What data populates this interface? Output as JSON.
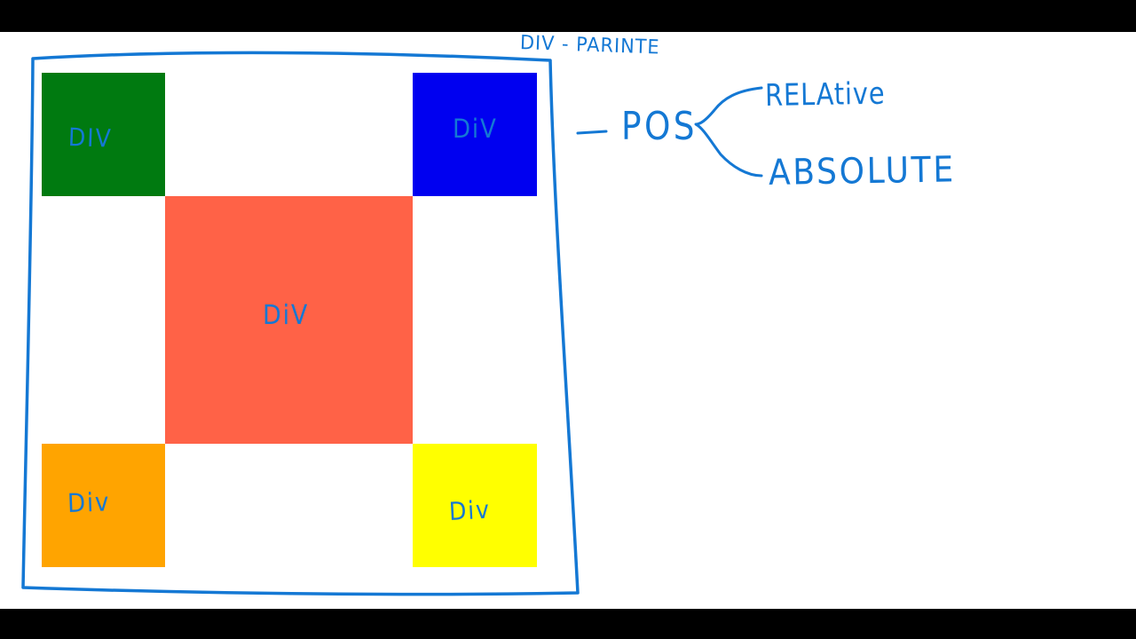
{
  "colors": {
    "ink": "#1478d4",
    "green_box": "#007a10",
    "blue_box": "#0000f0",
    "center_box": "#ff6247",
    "orange_box": "#ffa400",
    "yellow_box": "#ffff00",
    "board": "#ffffff",
    "frame": "#000000"
  },
  "parent_label": "DIV - PARINTE",
  "boxes": {
    "top_left": {
      "label": "DIV",
      "color": "#007a10"
    },
    "top_right": {
      "label": "DiV",
      "color": "#0000f0"
    },
    "center": {
      "label": "DiV",
      "color": "#ff6247"
    },
    "bottom_left": {
      "label": "Div",
      "color": "#ffa400"
    },
    "bottom_right": {
      "label": "Div",
      "color": "#ffff00"
    }
  },
  "position_note": {
    "heading": "POS",
    "options": [
      "RELAtive",
      "ABSOLUTE"
    ]
  }
}
